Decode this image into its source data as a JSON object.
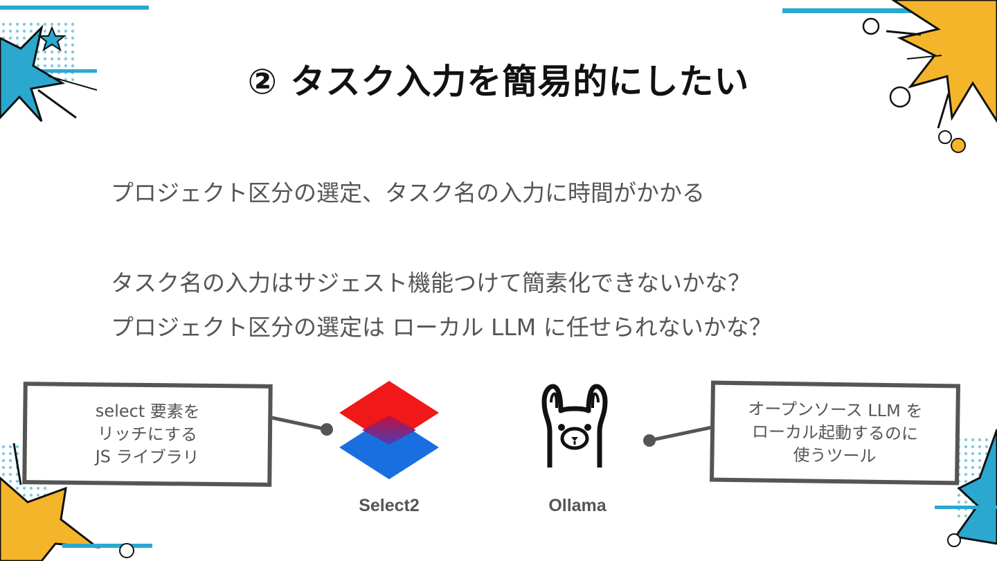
{
  "slide": {
    "title": "② タスク入力を簡易的にしたい",
    "lines": [
      "プロジェクト区分の選定、タスク名の入力に時間がかかる",
      "タスク名の入力はサジェスト機能つけて簡素化できないかな？",
      "プロジェクト区分の選定は ローカル LLM に任せられないかな？"
    ]
  },
  "left_callout": {
    "lines": [
      "select 要素を",
      "リッチにする",
      "JS ライブラリ"
    ]
  },
  "right_callout": {
    "lines": [
      "オープンソース LLM を",
      "ローカル起動するのに",
      "使うツール"
    ]
  },
  "logos": {
    "select2": {
      "label": "Select2",
      "icon": "select2-logo-icon"
    },
    "ollama": {
      "label": "Ollama",
      "icon": "llama-logo-icon"
    }
  },
  "colors": {
    "burst_yellow": "#F5B52A",
    "burst_blue": "#2BA8CF",
    "select2_red": "#F01818",
    "select2_blue": "#1A6FE0",
    "text_gray": "#555555"
  }
}
